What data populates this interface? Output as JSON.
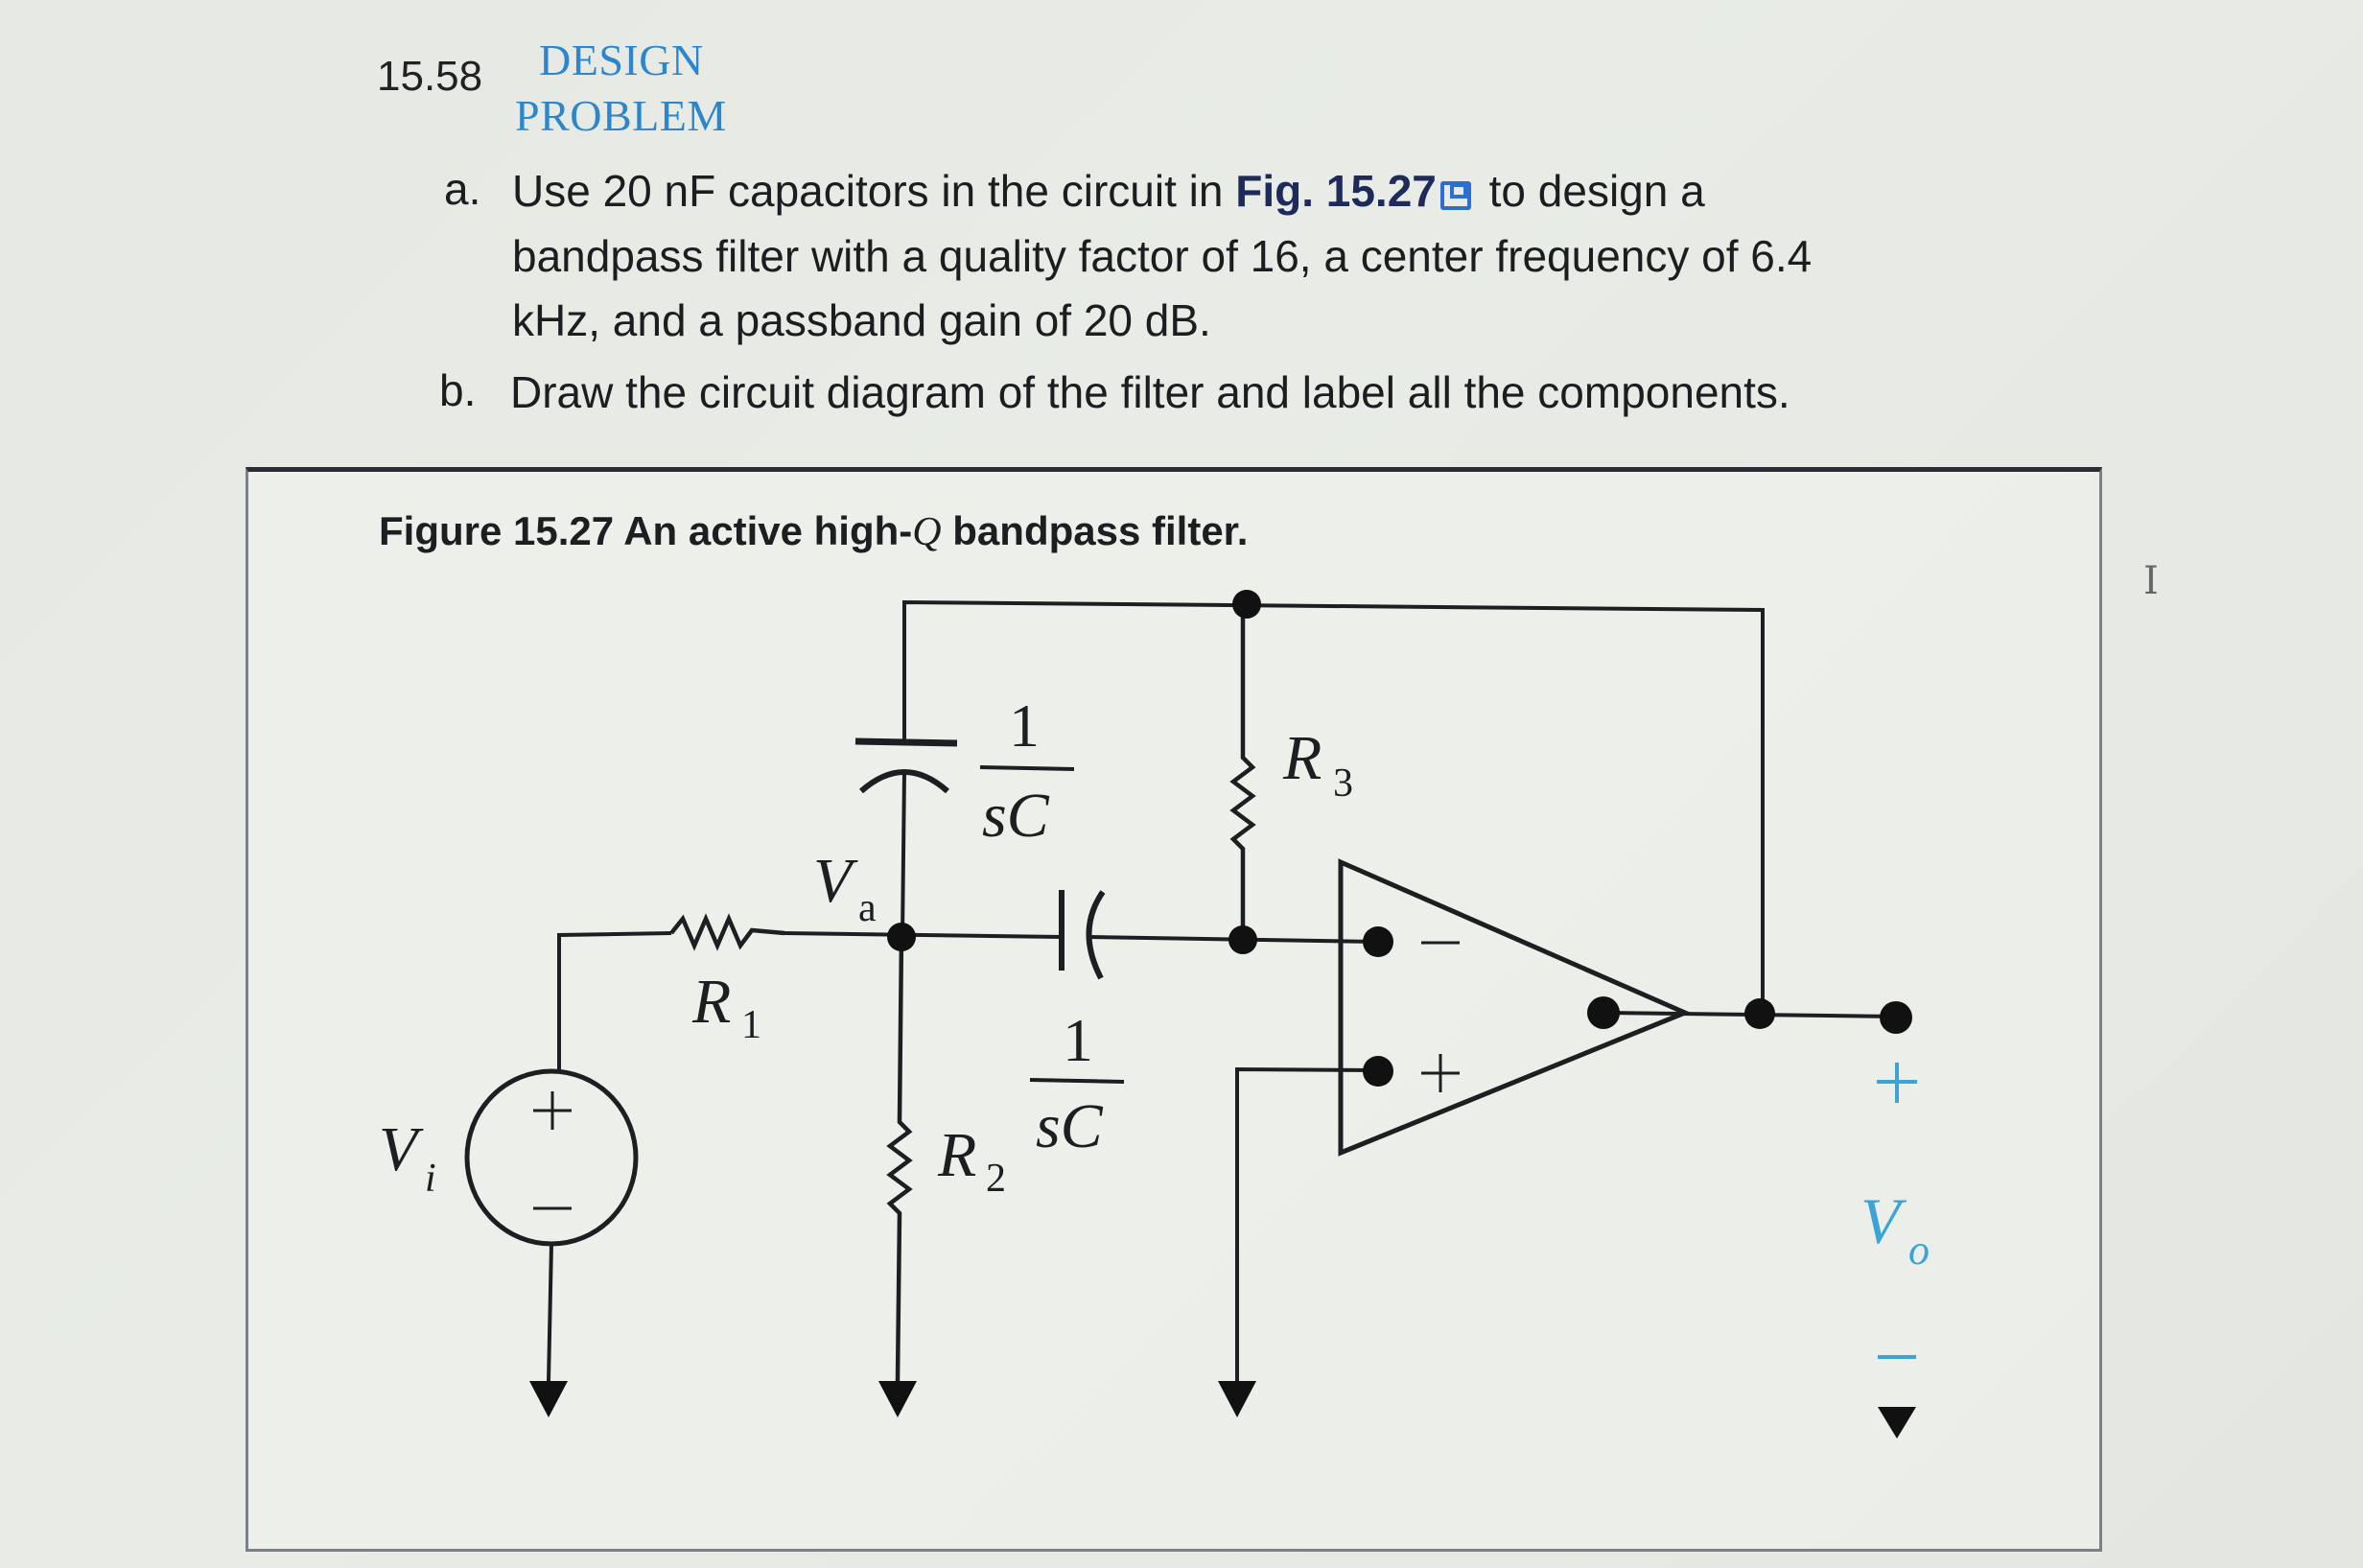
{
  "problem": {
    "number": "15.58",
    "tag_line1": "DESIGN",
    "tag_line2": "PROBLEM",
    "parts": [
      {
        "marker": "a.",
        "line1_pre": "Use 20 nF capacitors in the circuit in ",
        "figure_ref": "Fig. 15.27",
        "line1_post": " to design a",
        "line2": "bandpass filter with a quality factor of 16, a center frequency of 6.4",
        "line3": "kHz, and a passband gain of 20 dB."
      },
      {
        "marker": "b.",
        "line1": "Draw the circuit diagram of the filter and label all the components."
      }
    ],
    "figure_ref_icon": "external-link-icon"
  },
  "figure": {
    "caption_pre": "Figure 15.27 An active high-",
    "caption_q": "Q",
    "caption_post": " bandpass filter.",
    "circuit": {
      "labels": {
        "source": "V",
        "source_sub": "i",
        "source_plus": "+",
        "source_minus": "−",
        "r1": "R",
        "r1_sub": "1",
        "r2": "R",
        "r2_sub": "2",
        "r3": "R",
        "r3_sub": "3",
        "va": "V",
        "va_sub": "a",
        "cap_num": "1",
        "cap_den": "sC",
        "opamp_minus": "−",
        "opamp_plus": "+",
        "out_plus": "+",
        "out_minus": "−",
        "vo": "V",
        "vo_sub": "o"
      },
      "colors": {
        "wire": "#1d1e22",
        "output_label": "#3ba3d6",
        "heading_blue": "#2d86cc"
      }
    }
  },
  "cursor_icon": "text-cursor-icon",
  "cursor_glyph": "I"
}
